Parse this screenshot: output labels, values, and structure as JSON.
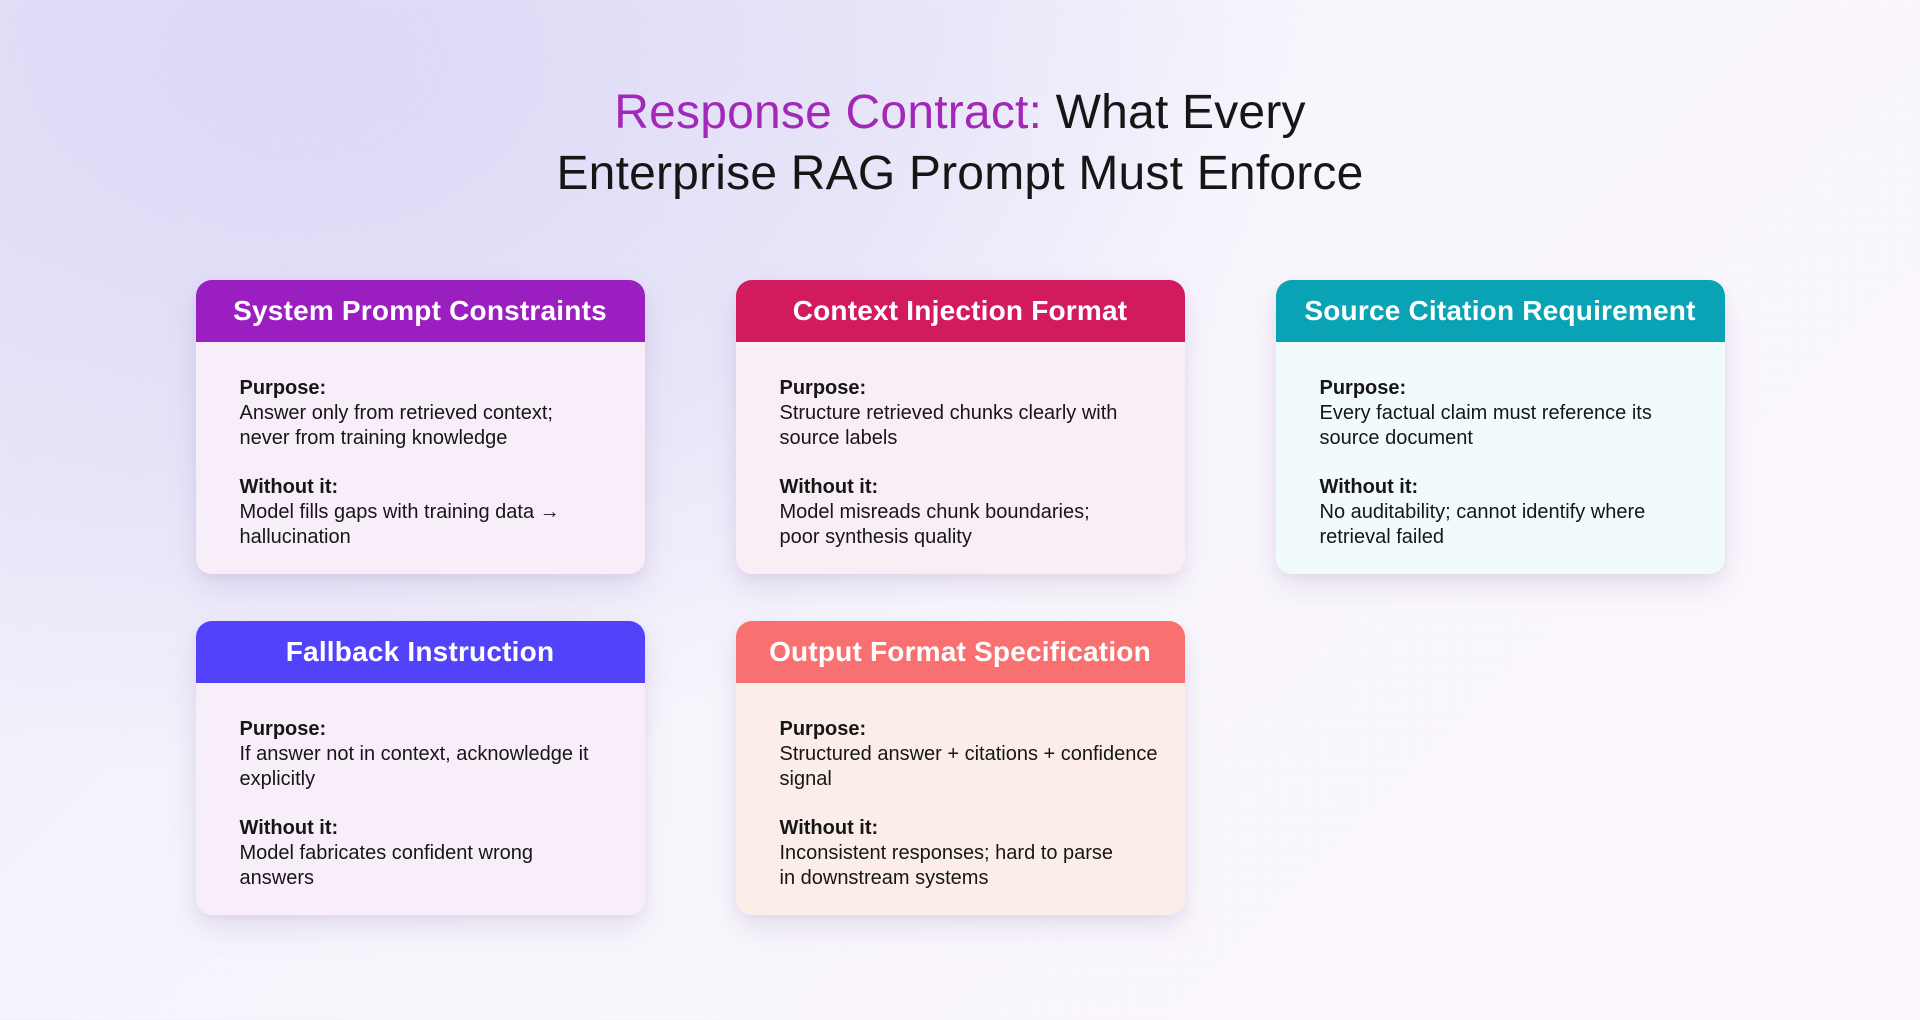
{
  "title": {
    "line1_highlight": "Response Contract:",
    "line1_rest": " What Every",
    "line2": "Enterprise RAG Prompt Must Enforce"
  },
  "colors": {
    "title_highlight": "#A228B8",
    "title_text": "#161616",
    "background_top_left": "#DCD8F6",
    "background_bottom_right": "#FDF8FD"
  },
  "cards": [
    {
      "title": "System Prompt Constraints",
      "header_color": "#9A1EC0",
      "body_color": "#F8EEFA",
      "purpose_label": "Purpose:",
      "purpose": "Answer only from retrieved context;\nnever from training knowledge",
      "without_label": "Without it:",
      "without": "Model fills gaps with training data →\nhallucination"
    },
    {
      "title": "Context Injection Format",
      "header_color": "#D21A5E",
      "body_color": "#F9EDF6",
      "purpose_label": "Purpose:",
      "purpose": "Structure retrieved chunks clearly with\nsource labels",
      "without_label": "Without it:",
      "without": "Model misreads chunk boundaries;\npoor synthesis quality"
    },
    {
      "title": "Source Citation Requirement",
      "header_color": "#0AA3B5",
      "body_color": "#F2FBFC",
      "purpose_label": "Purpose:",
      "purpose": "Every factual claim must reference its\nsource document",
      "without_label": "Without it:",
      "without": "No auditability; cannot identify where\nretrieval failed"
    },
    {
      "title": "Fallback Instruction",
      "header_color": "#5242FA",
      "body_color": "#F8EEF9",
      "purpose_label": "Purpose:",
      "purpose": "If answer not in context, acknowledge it\nexplicitly",
      "without_label": "Without it:",
      "without": "Model fabricates confident wrong\nanswers"
    },
    {
      "title": "Output Format Specification",
      "header_color": "#F97070",
      "body_color": "#FBEEE9",
      "purpose_label": "Purpose:",
      "purpose": "Structured answer + citations + confidence\nsignal",
      "without_label": "Without it:",
      "without": "Inconsistent responses; hard to parse\nin downstream systems"
    }
  ]
}
